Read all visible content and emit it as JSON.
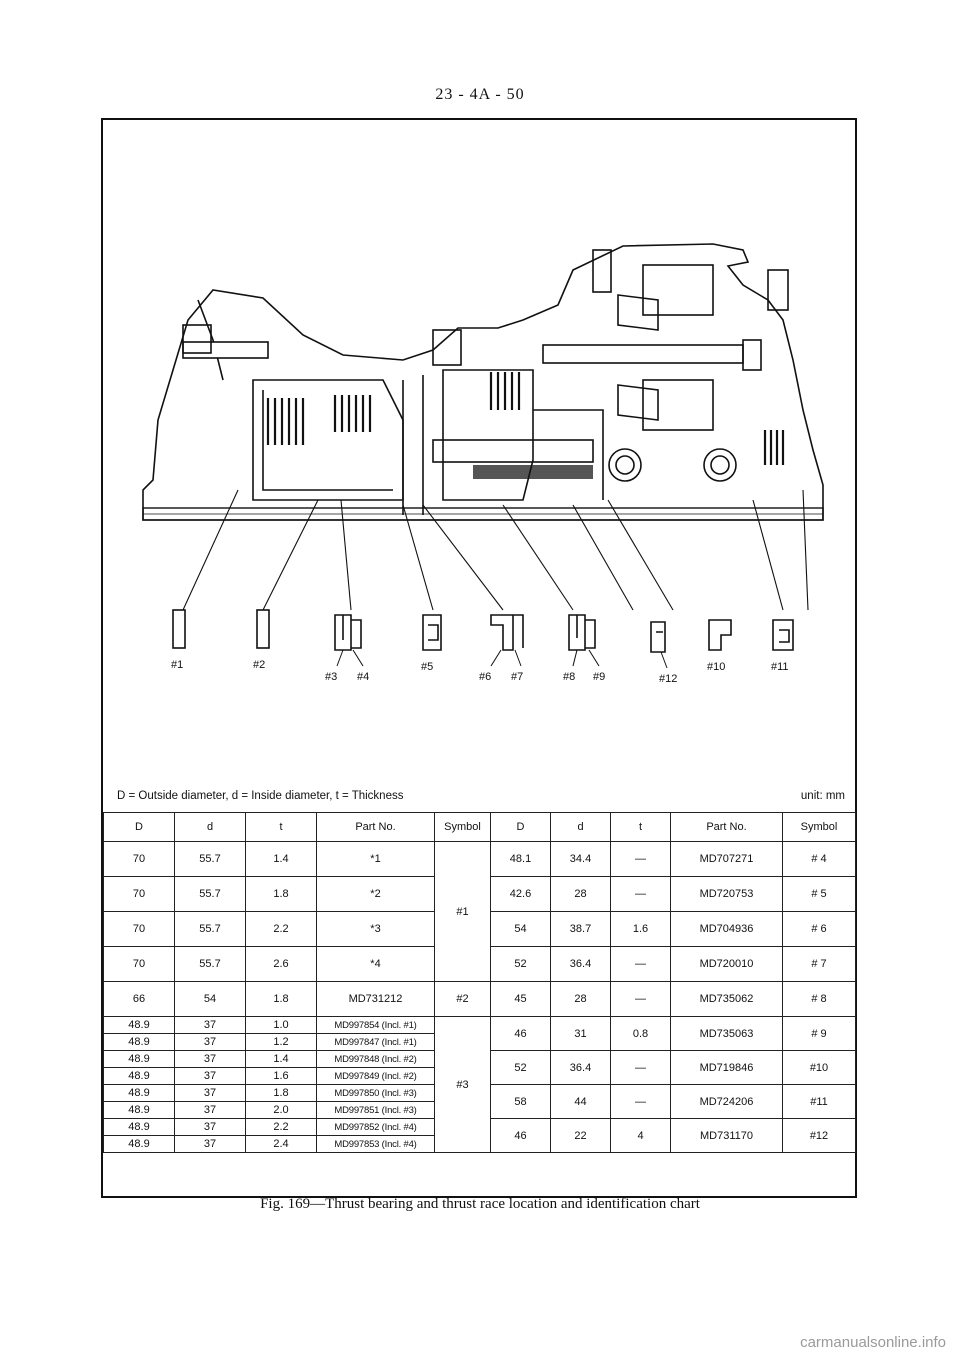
{
  "header": {
    "page_number": "23 - 4A - 50"
  },
  "diagram": {
    "labels": [
      "#1",
      "#2",
      "#3",
      "#4",
      "#5",
      "#6",
      "#7",
      "#8",
      "#9",
      "#12",
      "#10",
      "#11"
    ]
  },
  "legend": "D = Outside diameter, d = Inside diameter, t = Thickness",
  "unit": "unit: mm",
  "table": {
    "headers": [
      "D",
      "d",
      "t",
      "Part No.",
      "Symbol",
      "D",
      "d",
      "t",
      "Part No.",
      "Symbol"
    ],
    "left_rows": [
      [
        "70",
        "55.7",
        "1.4",
        "*1"
      ],
      [
        "70",
        "55.7",
        "1.8",
        "*2"
      ],
      [
        "70",
        "55.7",
        "2.2",
        "*3"
      ],
      [
        "70",
        "55.7",
        "2.6",
        "*4"
      ],
      [
        "66",
        "54",
        "1.8",
        "MD731212"
      ],
      [
        "48.9",
        "37",
        "1.0",
        "MD997854 (Incl. #1)"
      ],
      [
        "48.9",
        "37",
        "1.2",
        "MD997847 (Incl. #1)"
      ],
      [
        "48.9",
        "37",
        "1.4",
        "MD997848 (Incl. #2)"
      ],
      [
        "48.9",
        "37",
        "1.6",
        "MD997849 (Incl. #2)"
      ],
      [
        "48.9",
        "37",
        "1.8",
        "MD997850 (Incl. #3)"
      ],
      [
        "48.9",
        "37",
        "2.0",
        "MD997851 (Incl. #3)"
      ],
      [
        "48.9",
        "37",
        "2.2",
        "MD997852 (Incl. #4)"
      ],
      [
        "48.9",
        "37",
        "2.4",
        "MD997853 (Incl. #4)"
      ]
    ],
    "left_symbols": [
      "#1",
      "#2",
      "#3"
    ],
    "right_rows": [
      [
        "48.1",
        "34.4",
        "—",
        "MD707271",
        "# 4"
      ],
      [
        "42.6",
        "28",
        "—",
        "MD720753",
        "# 5"
      ],
      [
        "54",
        "38.7",
        "1.6",
        "MD704936",
        "# 6"
      ],
      [
        "52",
        "36.4",
        "—",
        "MD720010",
        "# 7"
      ],
      [
        "45",
        "28",
        "—",
        "MD735062",
        "# 8"
      ],
      [
        "46",
        "31",
        "0.8",
        "MD735063",
        "# 9"
      ],
      [
        "52",
        "36.4",
        "—",
        "MD719846",
        "#10"
      ],
      [
        "58",
        "44",
        "—",
        "MD724206",
        "#11"
      ],
      [
        "46",
        "22",
        "4",
        "MD731170",
        "#12"
      ]
    ]
  },
  "caption": "Fig. 169—Thrust bearing and thrust race location and identification chart",
  "watermark": "carmanualsonline.info"
}
